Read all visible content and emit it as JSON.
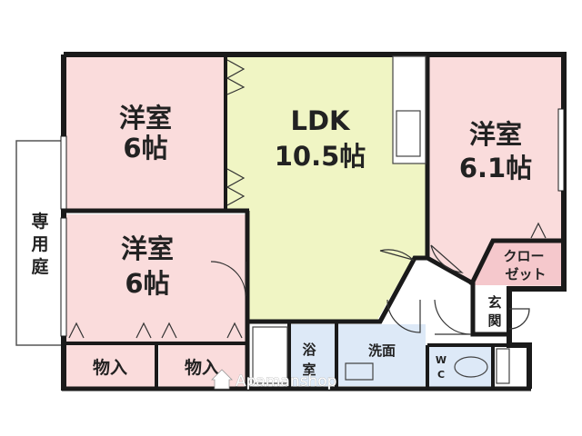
{
  "rooms": {
    "western_top_left": {
      "name": "洋室",
      "size": "6帖"
    },
    "ldk": {
      "name": "LDK",
      "size": "10.5帖"
    },
    "western_right": {
      "name": "洋室",
      "size": "6.1帖"
    },
    "western_bottom_left": {
      "name": "洋室",
      "size": "6帖"
    },
    "closet": {
      "line1": "クロー",
      "line2": "ゼット"
    },
    "entrance": {
      "line1": "玄",
      "line2": "関"
    },
    "bath": {
      "line1": "浴",
      "line2": "室"
    },
    "washroom": "洗面",
    "wc": {
      "line1": "W",
      "line2": "C"
    },
    "storage_left": "物入",
    "storage_right": "物入",
    "private_garden": {
      "line1": "専",
      "line2": "用",
      "line3": "庭"
    }
  },
  "watermark": {
    "brand": "Apamanshop"
  },
  "colors": {
    "pink": "#fadcdc",
    "ldk_green": "#f0f5c4",
    "blue": "#dde9f7",
    "closet_pink": "#f5c8cc",
    "wall": "#1a1a1a"
  }
}
